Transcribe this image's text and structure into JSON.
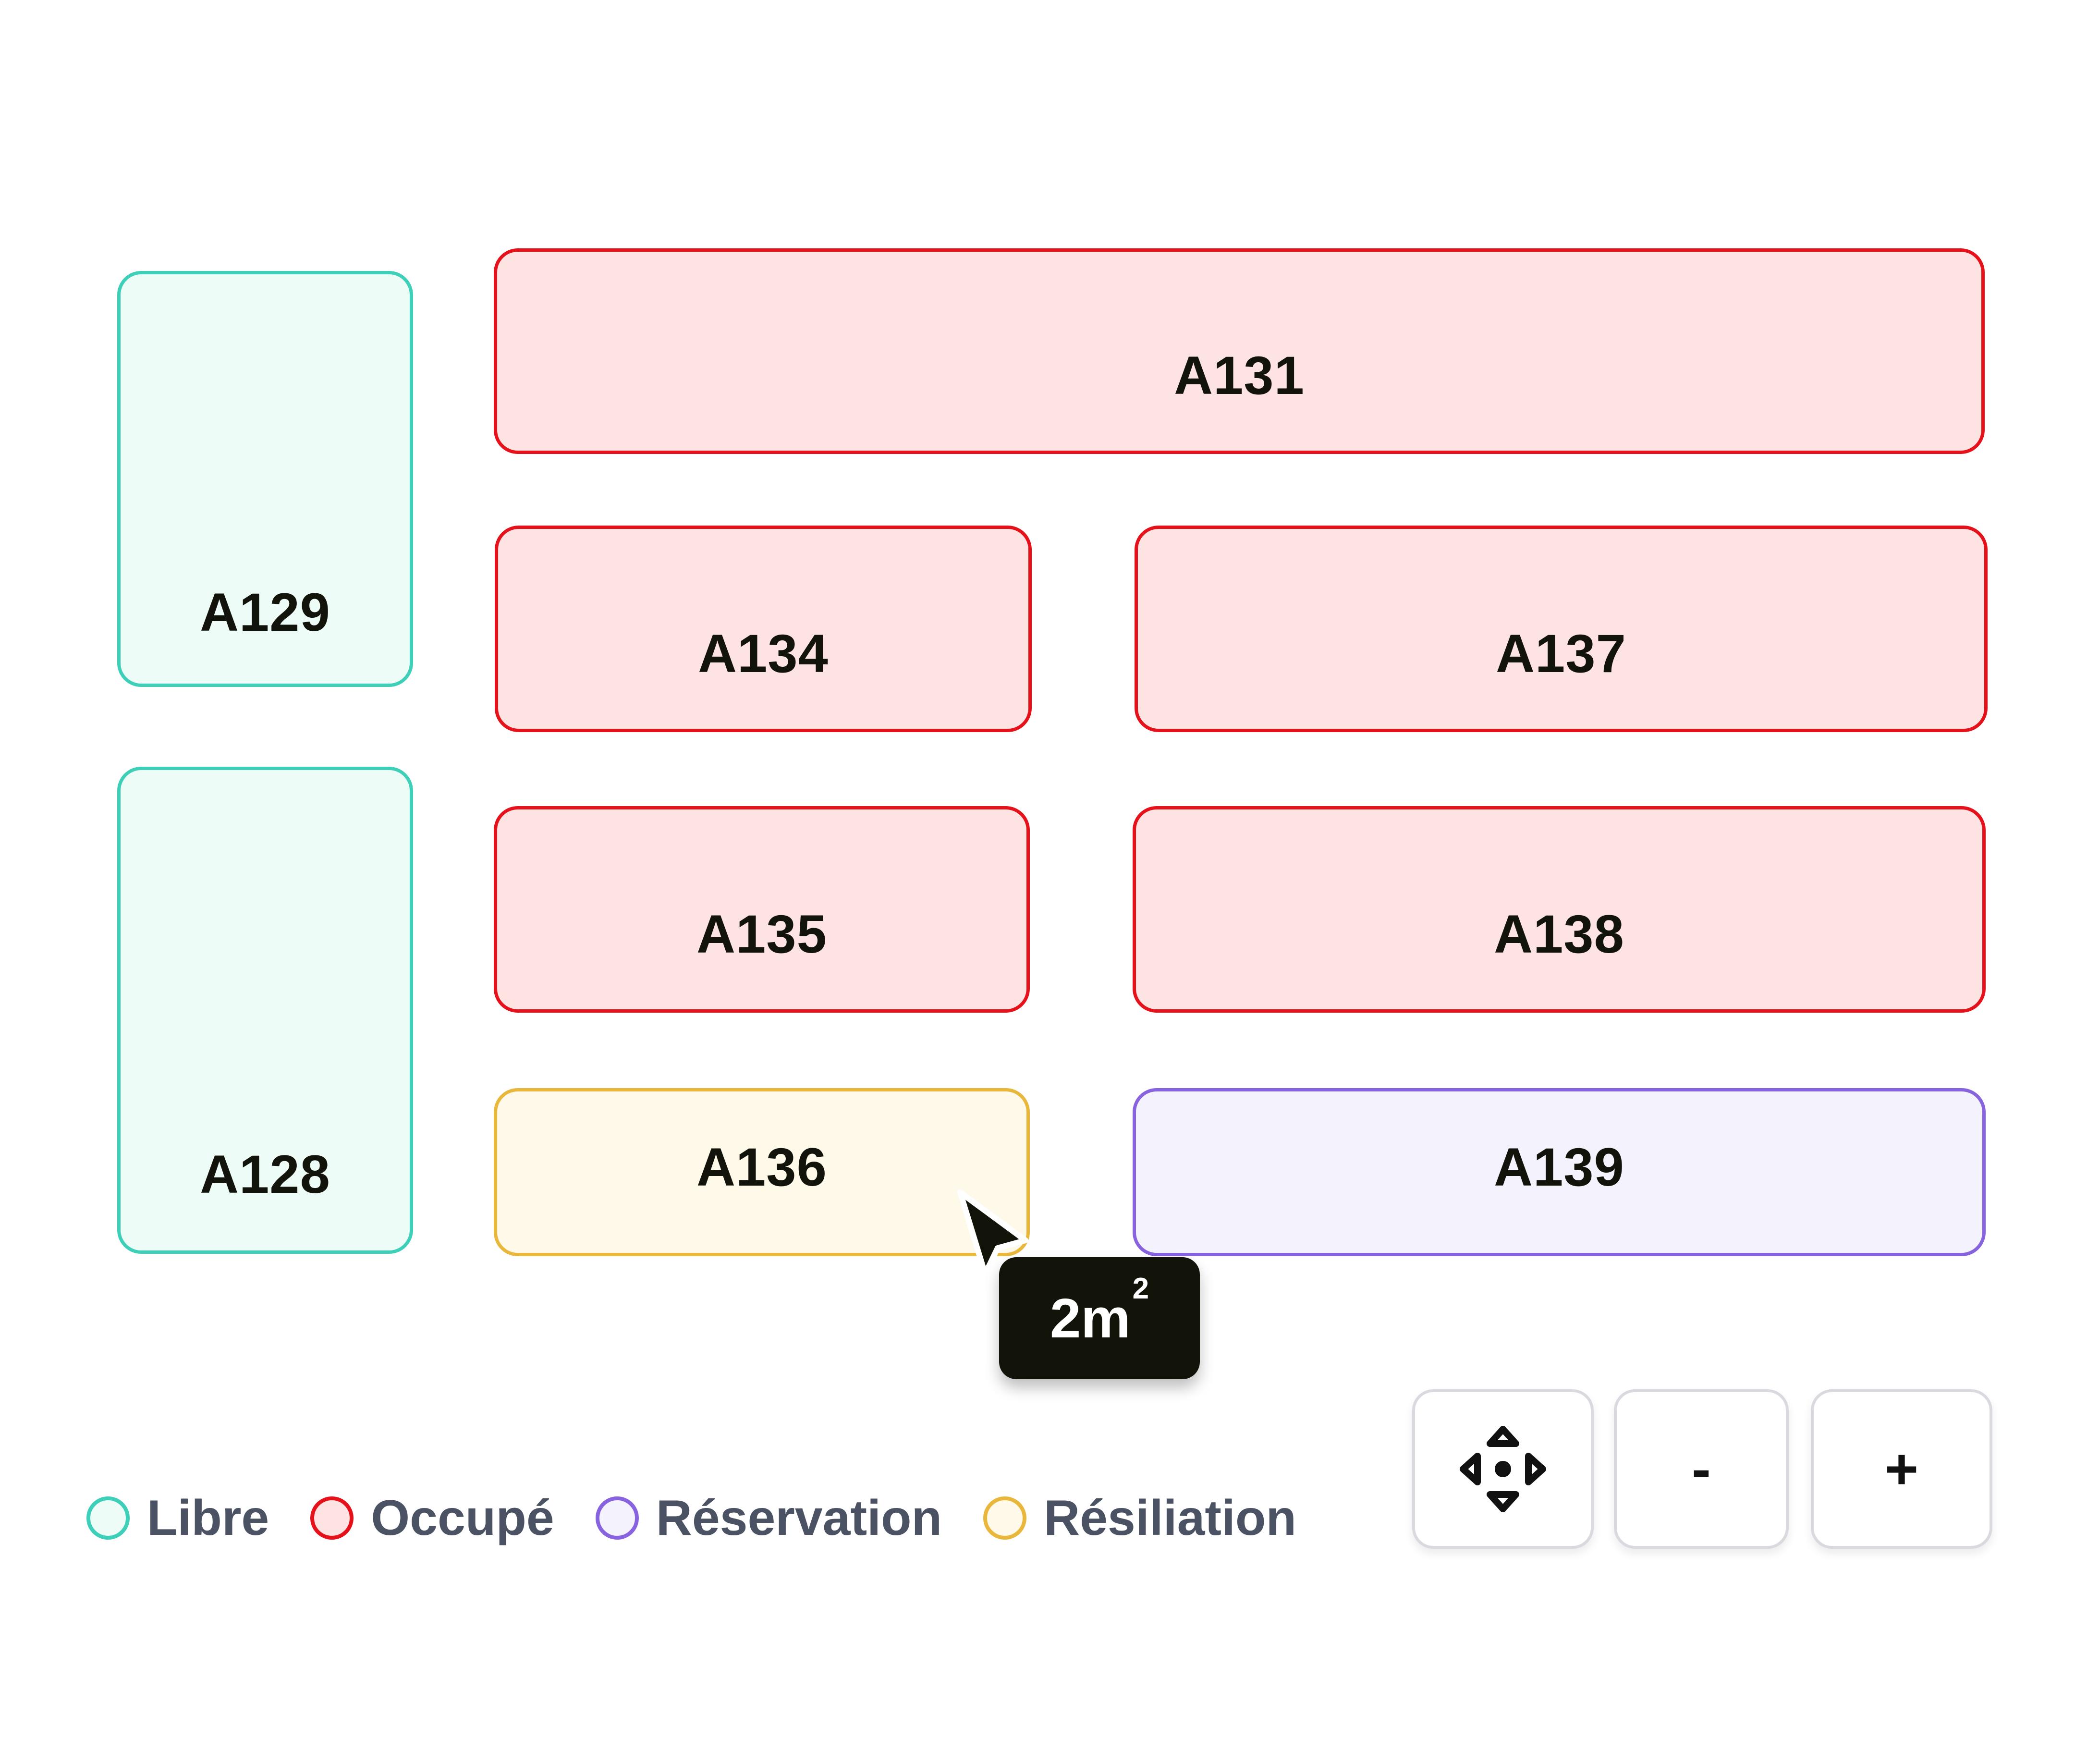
{
  "units": {
    "a129": {
      "label": "A129",
      "status": "libre"
    },
    "a128": {
      "label": "A128",
      "status": "libre"
    },
    "a131": {
      "label": "A131",
      "status": "occupe"
    },
    "a134": {
      "label": "A134",
      "status": "occupe"
    },
    "a137": {
      "label": "A137",
      "status": "occupe"
    },
    "a135": {
      "label": "A135",
      "status": "occupe"
    },
    "a138": {
      "label": "A138",
      "status": "occupe"
    },
    "a136": {
      "label": "A136",
      "status": "resiliation"
    },
    "a139": {
      "label": "A139",
      "status": "reservation"
    }
  },
  "tooltip": {
    "value": "2m",
    "superscript": "2"
  },
  "legend": {
    "libre": "Libre",
    "occupe": "Occupé",
    "reservation": "Réservation",
    "resiliation": "Résiliation"
  },
  "controls": {
    "move_icon": "move-arrows-icon",
    "zoom_out_label": "-",
    "zoom_in_label": "+"
  },
  "colors": {
    "libre": "#3ecfb9",
    "occupe": "#e5121b",
    "reservation": "#8763e0",
    "resiliation": "#e8b73c",
    "tooltip_bg": "#131409",
    "legend_text": "#4a5264"
  }
}
